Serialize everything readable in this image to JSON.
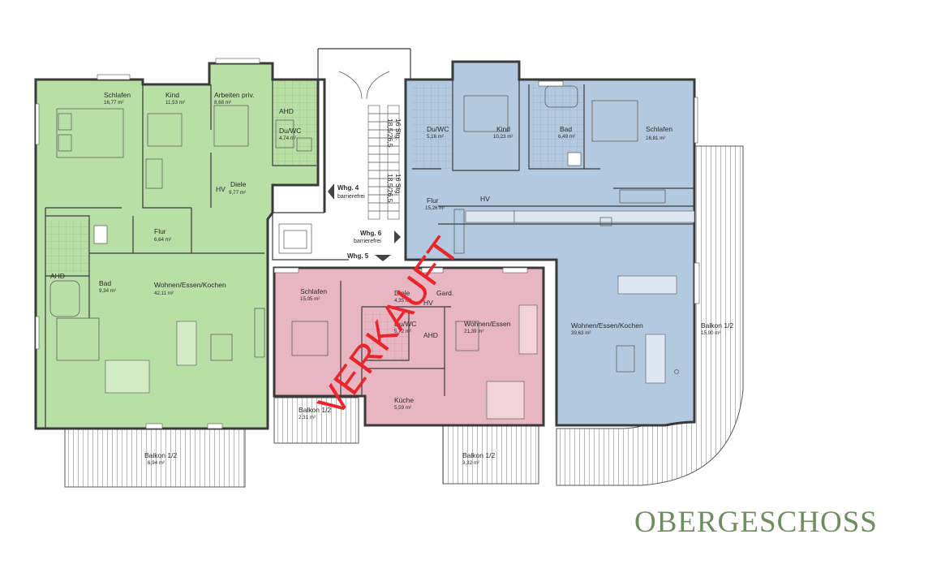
{
  "title": "OBERGESCHOSS",
  "stamp": "VERKAUFT",
  "colors": {
    "green": "#b8dfa5",
    "blue": "#b2c9e0",
    "red": "#e8b6c3",
    "stamp": "#e8262b",
    "title": "#6f8e5f"
  },
  "markers": {
    "whg4": [
      "Whg. 4",
      "barrierefrei"
    ],
    "whg6": [
      "Whg. 6",
      "barrierefrei"
    ],
    "whg5": "Whg. 5"
  },
  "stairs": {
    "upper": [
      "16 Stg.",
      "18,5/26,5"
    ],
    "lower": [
      "16 Stg.",
      "18,5/26,5"
    ]
  },
  "rooms": {
    "green": {
      "schlafen": {
        "name": "Schlafen",
        "area": "16,77 m²"
      },
      "kind": {
        "name": "Kind",
        "area": "11,53 m²"
      },
      "arbeiten": {
        "name": "Arbeiten priv.",
        "area": "8,68 m²"
      },
      "ahd_top": {
        "name": "AHD"
      },
      "duwc": {
        "name": "Du/WC",
        "area": "4,74 m²"
      },
      "diele": {
        "name": "Diele",
        "area": "9,77 m²"
      },
      "hv": {
        "name": "HV"
      },
      "flur": {
        "name": "Flur",
        "area": "6,64 m²"
      },
      "ahd_left": {
        "name": "AHD"
      },
      "bad": {
        "name": "Bad",
        "area": "9,34 m²"
      },
      "wohnen": {
        "name": "Wohnen/Essen/Kochen",
        "area": "42,11 m²"
      },
      "balkon": {
        "name": "Balkon 1/2",
        "area": "6,94 m²"
      }
    },
    "red": {
      "schlafen": {
        "name": "Schlafen",
        "area": "15,05 m²"
      },
      "diele": {
        "name": "Diele",
        "area": "4,35 m²"
      },
      "gard": {
        "name": "Gard."
      },
      "hv": {
        "name": "HV"
      },
      "duwc": {
        "name": "Du/WC",
        "area": "5,72 m²"
      },
      "ahd": {
        "name": "AHD"
      },
      "wohnen": {
        "name": "Wohnen/Essen",
        "area": "21,39 m²"
      },
      "kueche": {
        "name": "Küche",
        "area": "5,59 m²"
      },
      "balkon_left": {
        "name": "Balkon 1/2",
        "area": "2,31 m²"
      },
      "balkon_right": {
        "name": "Balkon 1/2",
        "area": "3,32 m²"
      }
    },
    "blue": {
      "duwc": {
        "name": "Du/WC",
        "area": "5,16 m²"
      },
      "kind": {
        "name": "Kind",
        "area": "10,23 m²"
      },
      "bad": {
        "name": "Bad",
        "area": "6,49 m²"
      },
      "schlafen": {
        "name": "Schlafen",
        "area": "16,81 m²"
      },
      "flur": {
        "name": "Flur",
        "area": "15,26 m²"
      },
      "hv": {
        "name": "HV"
      },
      "wohnen": {
        "name": "Wohnen/Essen/Kochen",
        "area": "39,63 m²"
      },
      "balkon": {
        "name": "Balkon 1/2",
        "area": "15,90 m²"
      }
    }
  }
}
